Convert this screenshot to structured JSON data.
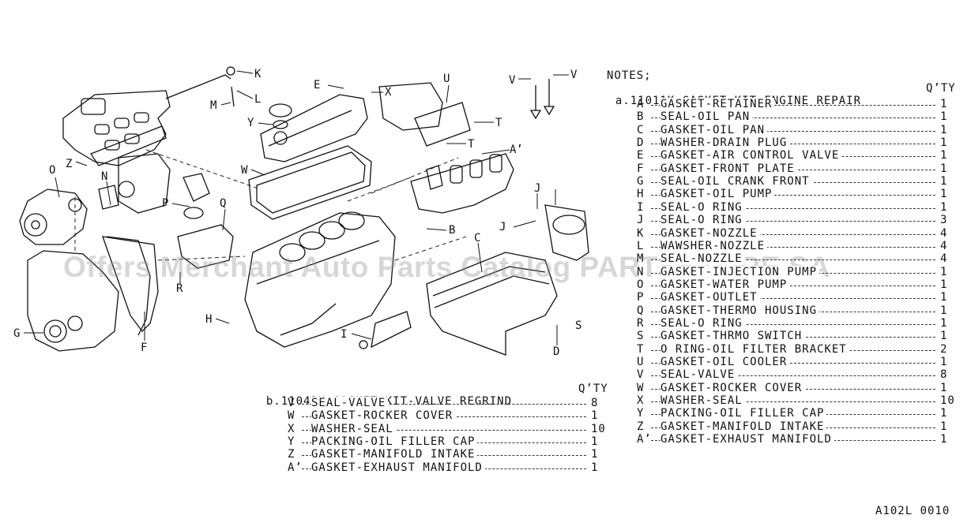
{
  "notes_title": "NOTES;",
  "kit_a": {
    "code": "a.11011K",
    "title": "GASKET KIT ENGINE REPAIR",
    "qty_header": "Q’TY",
    "items": [
      {
        "key": "A",
        "name": "GASKET-RETAINER",
        "qty": "1"
      },
      {
        "key": "B",
        "name": "SEAL-OIL PAN",
        "qty": "1"
      },
      {
        "key": "C",
        "name": "GASKET-OIL PAN",
        "qty": "1"
      },
      {
        "key": "D",
        "name": "WASHER-DRAIN PLUG",
        "qty": "1"
      },
      {
        "key": "E",
        "name": "GASKET-AIR CONTROL VALVE",
        "qty": "1"
      },
      {
        "key": "F",
        "name": "GASKET-FRONT PLATE",
        "qty": "1"
      },
      {
        "key": "G",
        "name": "SEAL-OIL CRANK FRONT",
        "qty": "1"
      },
      {
        "key": "H",
        "name": "GASKET-OIL PUMP",
        "qty": "1"
      },
      {
        "key": "I",
        "name": "SEAL-O RING",
        "qty": "1"
      },
      {
        "key": "J",
        "name": "SEAL-O RING",
        "qty": "3"
      },
      {
        "key": "K",
        "name": "GASKET-NOZZLE",
        "qty": "4"
      },
      {
        "key": "L",
        "name": "WAWSHER-NOZZLE",
        "qty": "4"
      },
      {
        "key": "M",
        "name": "SEAL-NOZZLE",
        "qty": "4"
      },
      {
        "key": "N",
        "name": "GASKET-INJECTION PUMP",
        "qty": "1"
      },
      {
        "key": "O",
        "name": "GASKET-WATER PUMP",
        "qty": "1"
      },
      {
        "key": "P",
        "name": "GASKET-OUTLET",
        "qty": "1"
      },
      {
        "key": "Q",
        "name": "GASKET-THERMO HOUSING",
        "qty": "1"
      },
      {
        "key": "R",
        "name": "SEAL-O RING",
        "qty": "1"
      },
      {
        "key": "S",
        "name": "GASKET-THRMO SWITCH",
        "qty": "1"
      },
      {
        "key": "T",
        "name": "O RING-OIL FILTER BRACKET",
        "qty": "2"
      },
      {
        "key": "U",
        "name": "GASKET-OIL COOLER",
        "qty": "1"
      },
      {
        "key": "V",
        "name": "SEAL-VALVE",
        "qty": "8"
      },
      {
        "key": "W",
        "name": "GASKET-ROCKER COVER",
        "qty": "1"
      },
      {
        "key": "X",
        "name": "WASHER-SEAL",
        "qty": "10"
      },
      {
        "key": "Y",
        "name": "PACKING-OIL FILLER CAP",
        "qty": "1"
      },
      {
        "key": "Z",
        "name": "GASKET-MANIFOLD INTAKE",
        "qty": "1"
      },
      {
        "key": "A’",
        "name": "GASKET-EXHAUST MANIFOLD",
        "qty": "1"
      }
    ]
  },
  "kit_b": {
    "code": "b.11042K",
    "title": "GASKET KIT-VALVE REGRIND",
    "qty_header": "Q’TY",
    "items": [
      {
        "key": "V",
        "name": "SEAL-VALVE",
        "qty": "8"
      },
      {
        "key": "W",
        "name": "GASKET-ROCKER COVER",
        "qty": "1"
      },
      {
        "key": "X",
        "name": "WASHER-SEAL",
        "qty": "10"
      },
      {
        "key": "Y",
        "name": "PACKING-OIL FILLER CAP",
        "qty": "1"
      },
      {
        "key": "Z",
        "name": "GASKET-MANIFOLD INTAKE",
        "qty": "1"
      },
      {
        "key": "A’",
        "name": "GASKET-EXHAUST MANIFOLD",
        "qty": "1"
      }
    ]
  },
  "watermark": "Offers Merchant Auto Parts Catalog PARTSSTORE.SA",
  "figure_code": "A102L 0010",
  "callouts": [
    "K",
    "L",
    "M",
    "E",
    "X",
    "U",
    "V",
    "V",
    "T",
    "T",
    "Y",
    "W",
    "Z",
    "O",
    "N",
    "P",
    "Q",
    "A’",
    "J",
    "J",
    "B",
    "C",
    "R",
    "H",
    "G",
    "F",
    "I",
    "D",
    "S"
  ]
}
